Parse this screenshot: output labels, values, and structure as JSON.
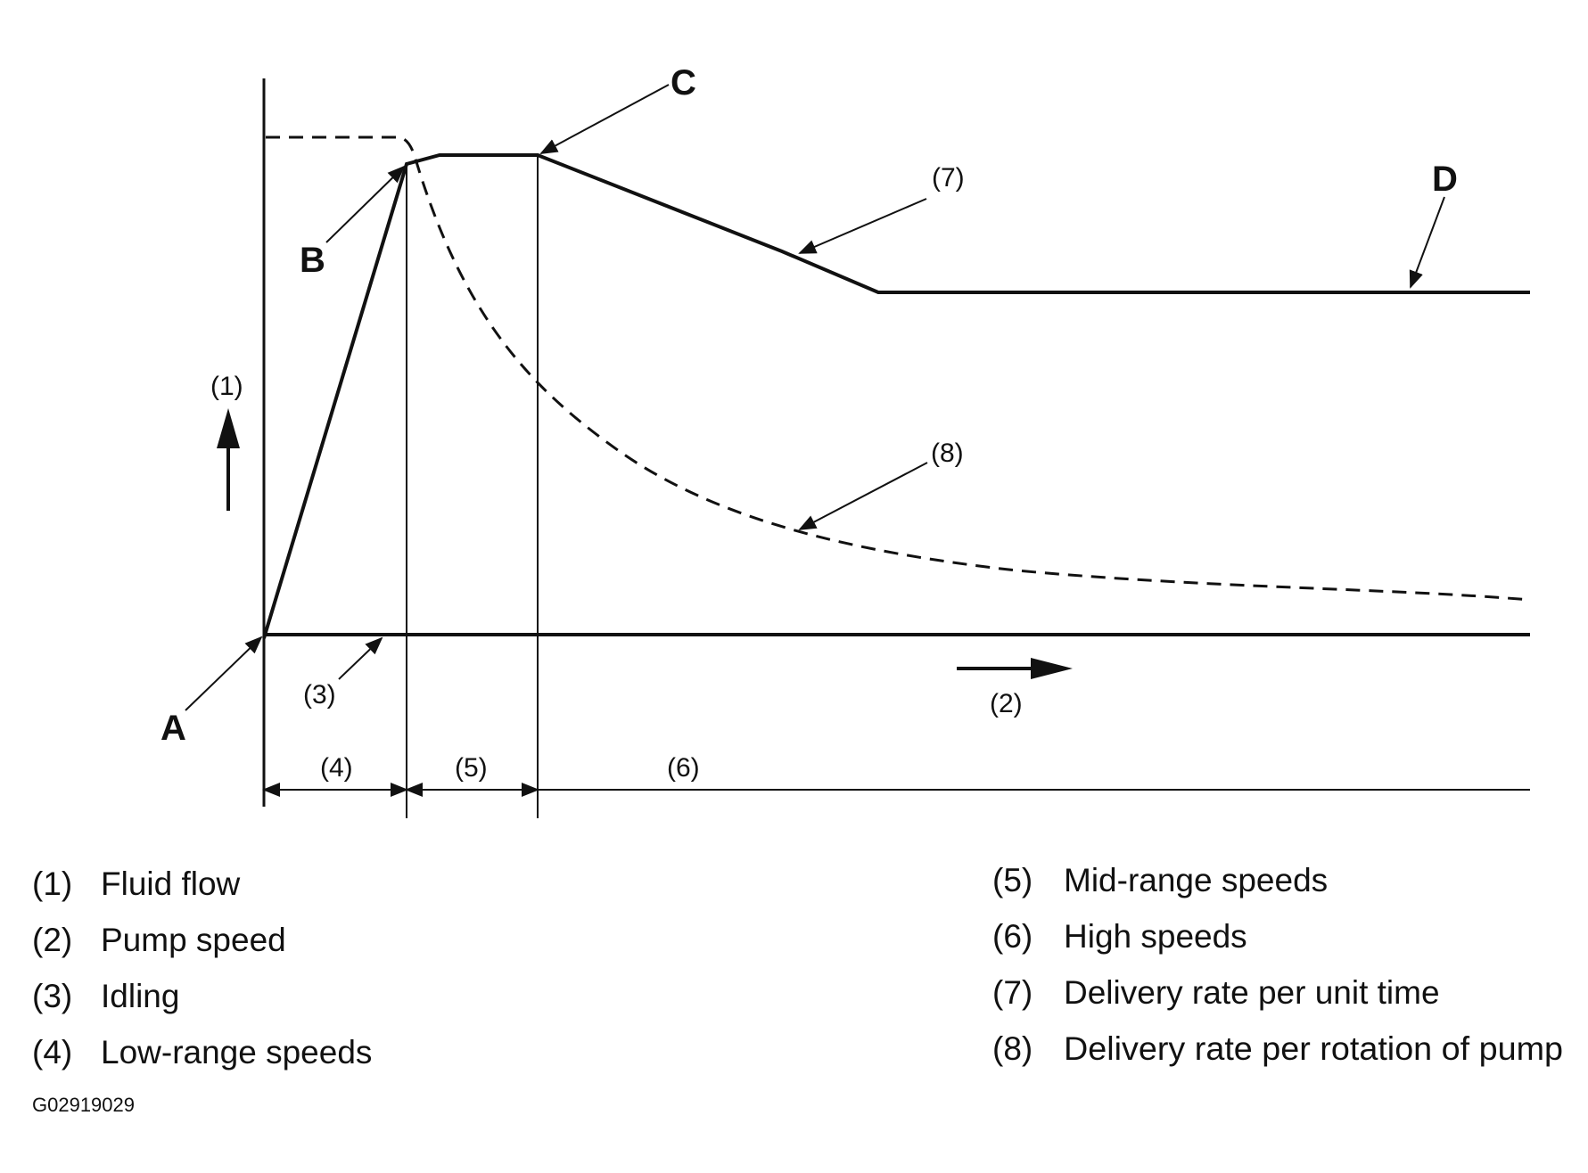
{
  "points": {
    "a": "A",
    "b": "B",
    "c": "C",
    "d": "D"
  },
  "callouts": {
    "c1": "(1)",
    "c2": "(2)",
    "c3": "(3)",
    "c4": "(4)",
    "c5": "(5)",
    "c6": "(6)",
    "c7": "(7)",
    "c8": "(8)"
  },
  "legend": [
    {
      "num": "(1)",
      "text": "Fluid flow"
    },
    {
      "num": "(2)",
      "text": "Pump speed"
    },
    {
      "num": "(3)",
      "text": "Idling"
    },
    {
      "num": "(4)",
      "text": "Low-range speeds"
    },
    {
      "num": "(5)",
      "text": "Mid-range speeds"
    },
    {
      "num": "(6)",
      "text": "High speeds"
    },
    {
      "num": "(7)",
      "text": "Delivery rate per unit time"
    },
    {
      "num": "(8)",
      "text": "Delivery rate per rotation of pump"
    }
  ],
  "figure_code": "G02919029"
}
